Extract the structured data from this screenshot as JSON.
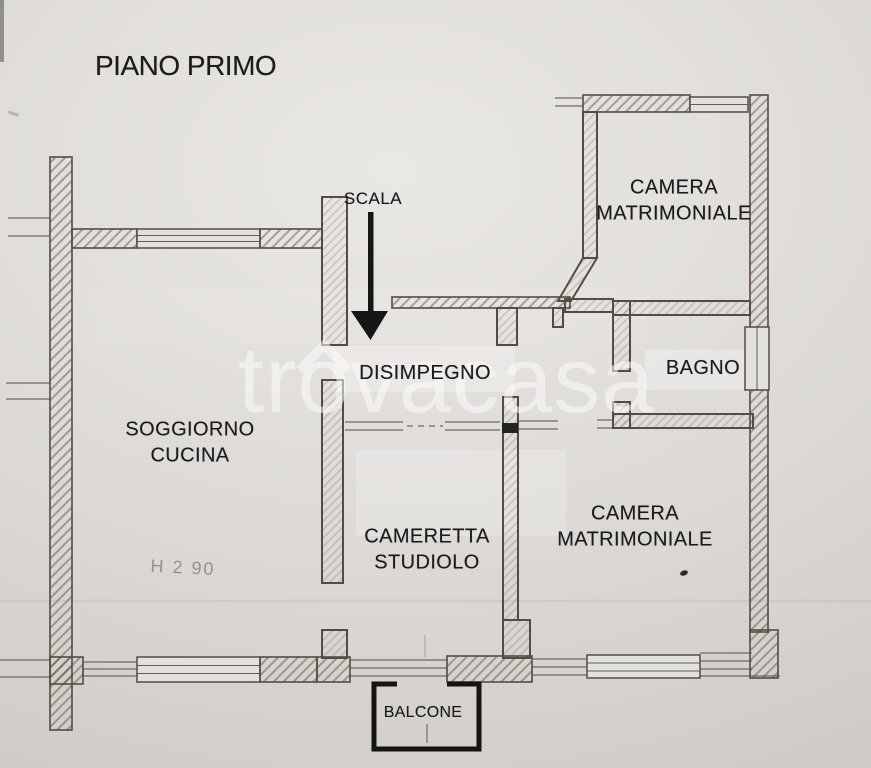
{
  "page": {
    "title": "PIANO PRIMO",
    "height_note": "H 2 90"
  },
  "watermark": {
    "pre": "tr",
    "o": "o",
    "rest": "vacasa"
  },
  "rooms": {
    "scala": {
      "label": "SCALA"
    },
    "camera_matrimoniale_top": {
      "lines": [
        "CAMERA",
        "MATRIMONIALE"
      ]
    },
    "bagno": {
      "label": "BAGNO"
    },
    "disimpegno": {
      "label": "DISIMPEGNO"
    },
    "soggiorno_cucina": {
      "lines": [
        "SOGGIORNO",
        "CUCINA"
      ]
    },
    "cameretta_studiolo": {
      "lines": [
        "CAMERETTA",
        "STUDIOLO"
      ]
    },
    "camera_matrimoniale_bottom": {
      "lines": [
        "CAMERA",
        "MATRIMONIALE"
      ]
    },
    "balcone": {
      "label": "BALCONE"
    }
  },
  "icons": {
    "stairs_arrow": "down-arrow",
    "watermark_roof": "house-roof-caret"
  },
  "colors": {
    "paper": "#dcd9d6",
    "wall": "#564b41",
    "ink_text": "#1b1b1b",
    "height_note": "#8d857c",
    "balcony_border": "#141414",
    "watermark": "rgba(252,251,249,0.55)"
  }
}
